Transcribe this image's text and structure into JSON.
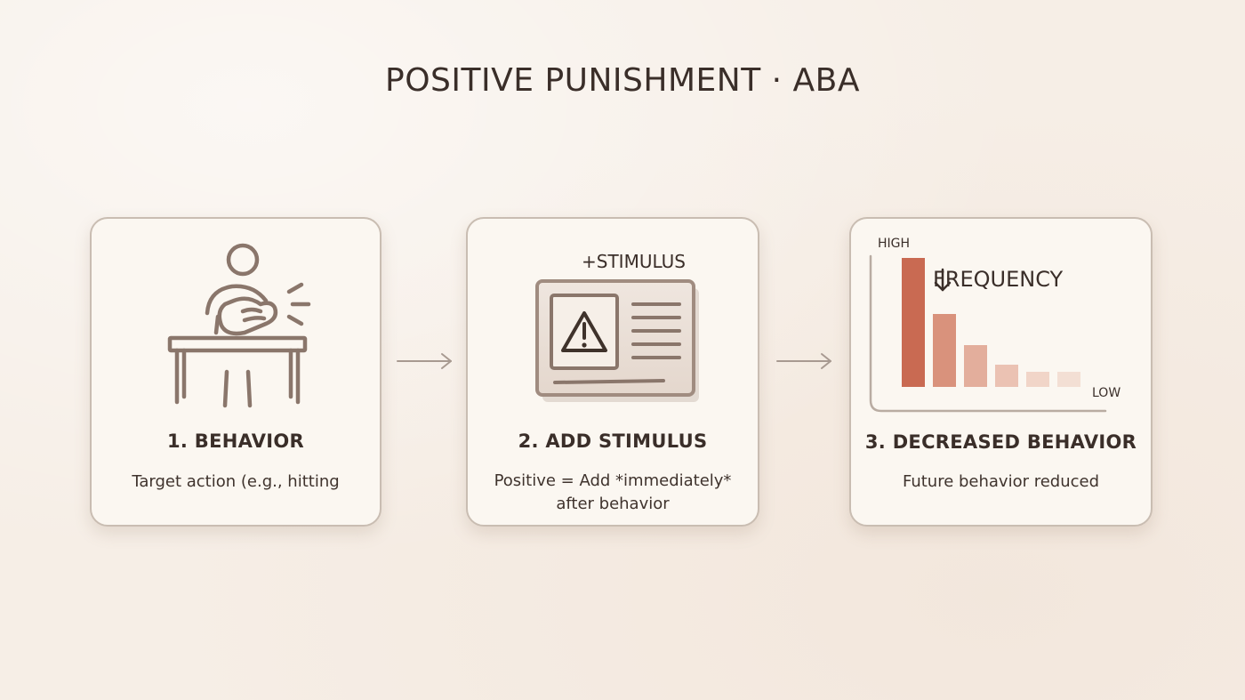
{
  "title": "POSITIVE PUNISHMENT · ABA",
  "colors": {
    "background": "#f6eee6",
    "card": "#fbf7f1",
    "icon_stroke": "#8a766b",
    "bar_dark": "#c96a52",
    "bar_light": "#f1d9cc"
  },
  "steps": [
    {
      "title": "1. BEHAVIOR",
      "description": "Target action (e.g., hitting",
      "icon": "person-hitting-table-icon"
    },
    {
      "title": "2. ADD STIMULUS",
      "label": "+STIMULUS",
      "description_line1": "Positive = Add *immediately*",
      "description_line2": "after behavior",
      "icon": "warning-screen-icon"
    },
    {
      "title": "3. DECREASED BEHAVIOR",
      "description": "Future behavior reduced",
      "chart_labels": {
        "high": "HIGH",
        "low": "LOW",
        "frequency": "FREQUENCY"
      },
      "icon": "decreasing-bar-chart-icon"
    }
  ],
  "connectors": [
    "arrow-right-icon",
    "arrow-right-icon"
  ]
}
